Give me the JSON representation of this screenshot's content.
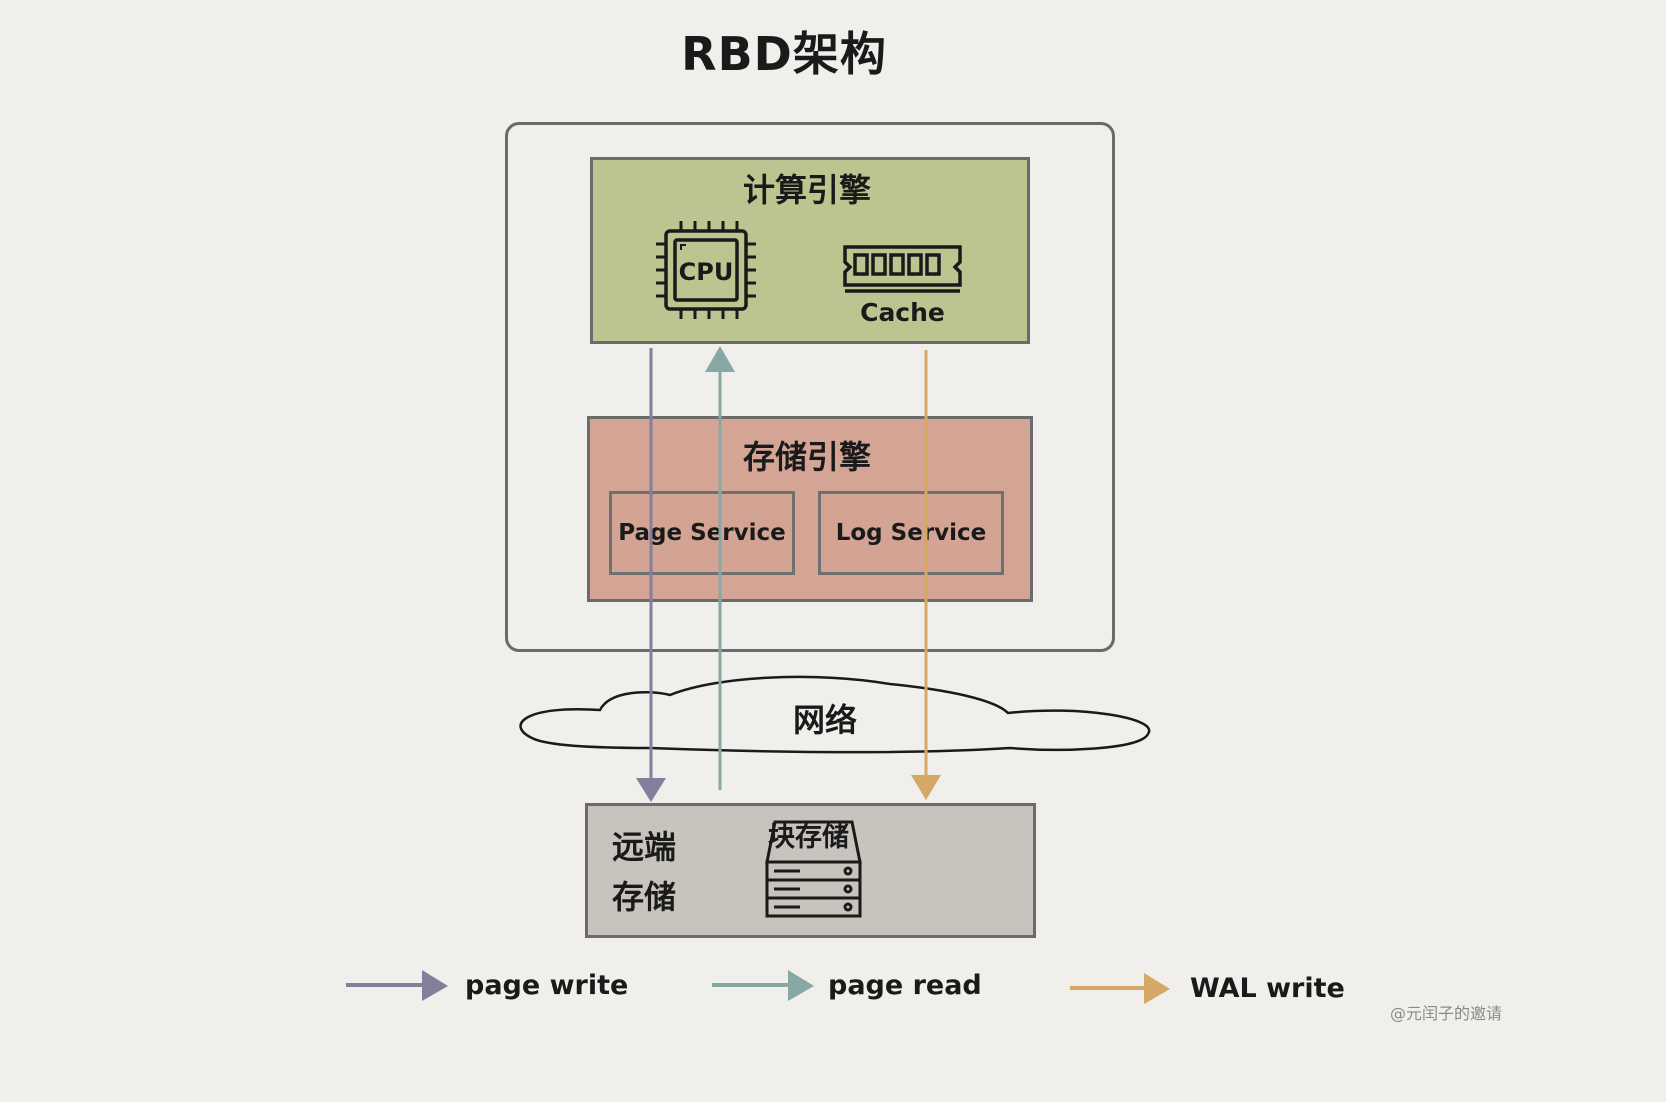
{
  "title": "RBD架构",
  "compute_engine": {
    "title": "计算引擎",
    "cpu_label": "CPU",
    "cache_label": "Cache"
  },
  "storage_engine": {
    "title": "存储引擎",
    "page_service": "Page Service",
    "log_service": "Log Service"
  },
  "network": {
    "label": "网络"
  },
  "remote_storage": {
    "label_line1": "远端",
    "label_line2": "存储",
    "block_label": "块存储"
  },
  "legend": [
    {
      "label": "page write",
      "color": "#857f9e"
    },
    {
      "label": "page read",
      "color": "#86a9a6"
    },
    {
      "label": "WAL write",
      "color": "#d6a865"
    }
  ],
  "credit": "@元闰子的邀请"
}
